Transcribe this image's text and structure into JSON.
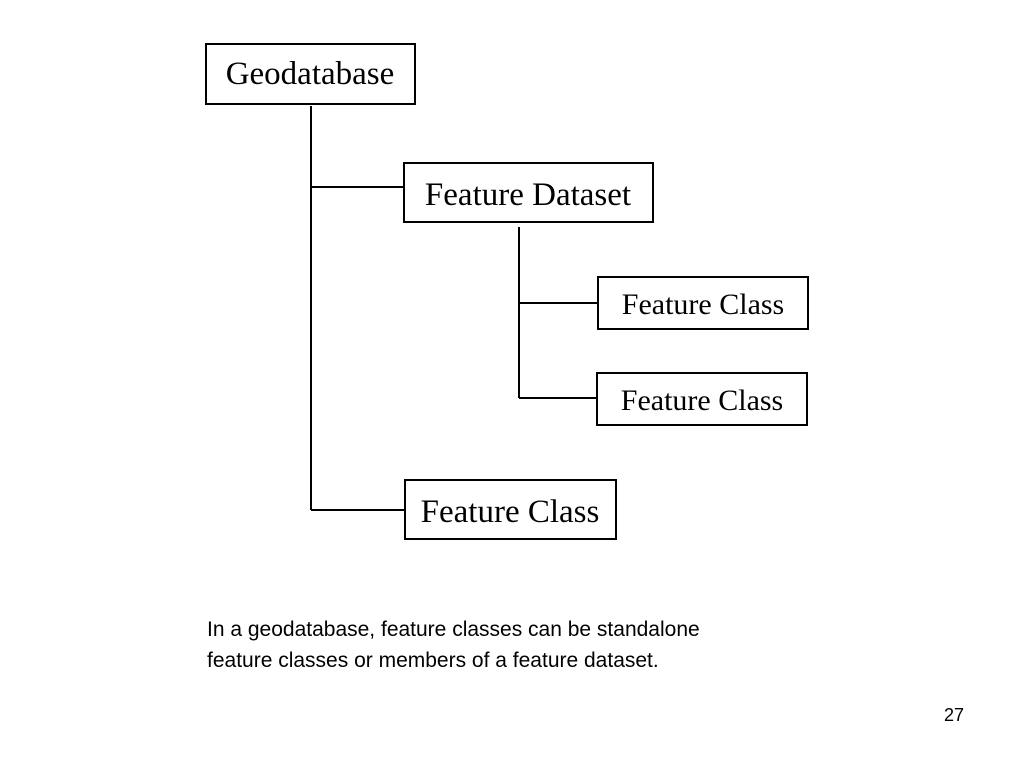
{
  "diagram": {
    "nodes": [
      {
        "id": "geodatabase",
        "label": "Geodatabase"
      },
      {
        "id": "feature-dataset",
        "label": "Feature Dataset"
      },
      {
        "id": "feature-class-1",
        "label": "Feature Class"
      },
      {
        "id": "feature-class-2",
        "label": "Feature Class"
      },
      {
        "id": "feature-class-3",
        "label": "Feature Class"
      }
    ],
    "edges": [
      {
        "from": "geodatabase",
        "to": "feature-dataset"
      },
      {
        "from": "geodatabase",
        "to": "feature-class-3"
      },
      {
        "from": "feature-dataset",
        "to": "feature-class-1"
      },
      {
        "from": "feature-dataset",
        "to": "feature-class-2"
      }
    ]
  },
  "caption": {
    "line1": "In a geodatabase, feature classes can be standalone",
    "line2": "feature classes or members of a feature dataset."
  },
  "page_number": "27"
}
